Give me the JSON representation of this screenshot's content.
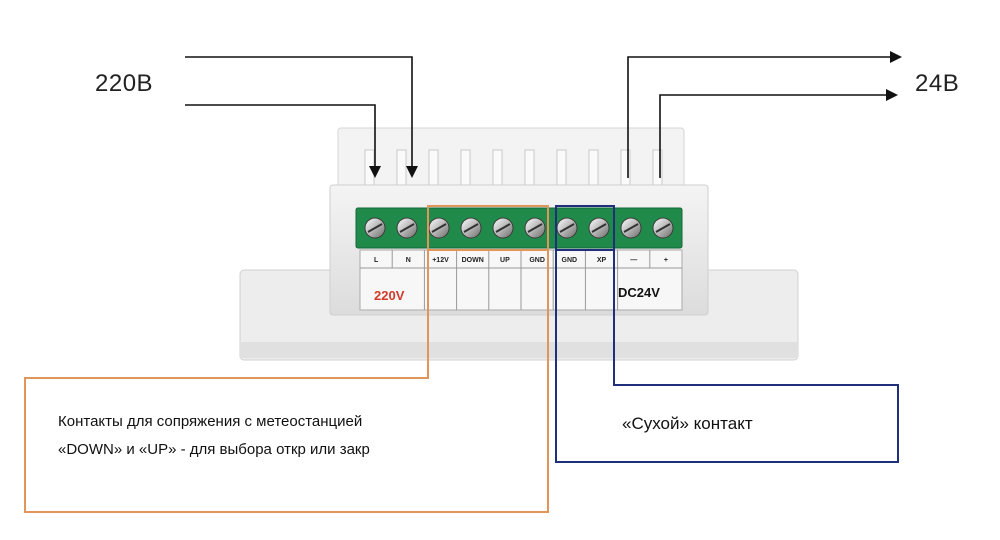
{
  "labels": {
    "left_voltage": "220В",
    "right_voltage": "24В",
    "device_voltage_left": "220V",
    "device_voltage_right": "DC24V"
  },
  "terminals": [
    "L",
    "N",
    "+12V",
    "DOWN",
    "UP",
    "GND",
    "GND",
    "XP",
    "—",
    "+"
  ],
  "callouts": {
    "weather_line1": "Контакты для сопряжения с метеостанцией",
    "weather_line2": "«DOWN» и «UP» - для выбора откр или закр",
    "dry_contact": "«Сухой» контакт"
  },
  "colors": {
    "orange_box": "#e0965a",
    "blue_box": "#1f2f7a",
    "terminal_green": "#1f8a4a",
    "wire": "#111111",
    "red_text": "#d23a2a"
  }
}
